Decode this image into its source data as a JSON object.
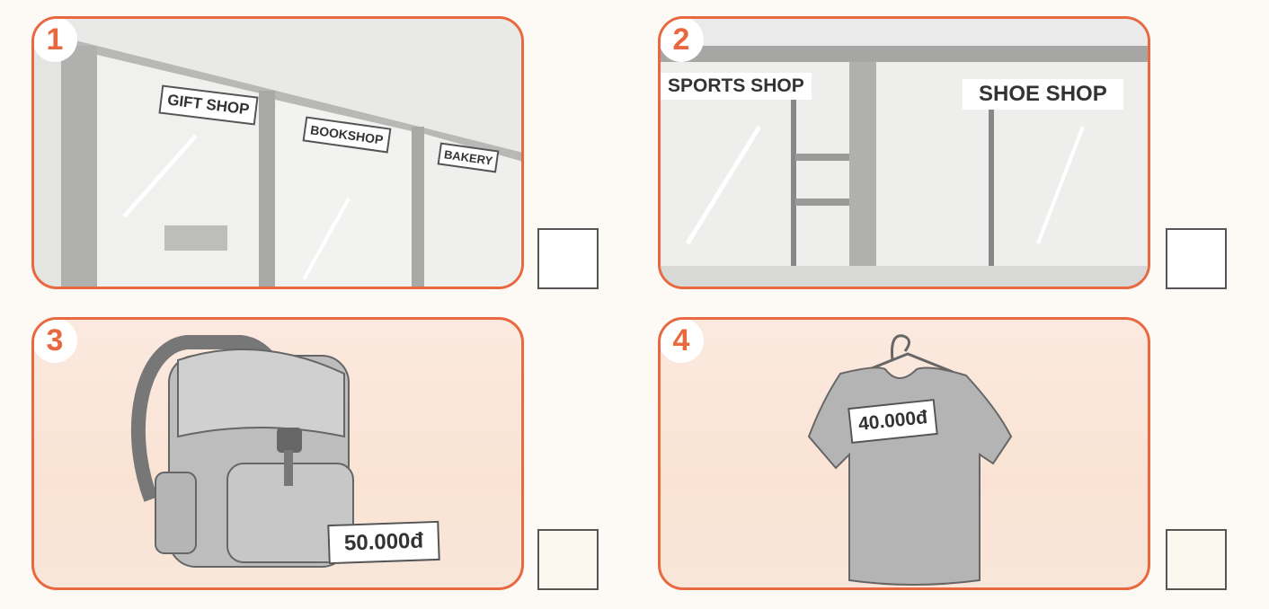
{
  "exercise": {
    "items": [
      {
        "number": "1",
        "signs": [
          "GIFT SHOP",
          "BOOKSHOP",
          "BAKERY"
        ]
      },
      {
        "number": "2",
        "signs": [
          "SPORTS SHOP",
          "SHOE SHOP"
        ]
      },
      {
        "number": "3",
        "price": "50.000đ",
        "object": "backpack"
      },
      {
        "number": "4",
        "price": "40.000đ",
        "object": "t-shirt"
      }
    ]
  },
  "colors": {
    "accent": "#e8683f",
    "panel_bg": "#fae3d4"
  }
}
